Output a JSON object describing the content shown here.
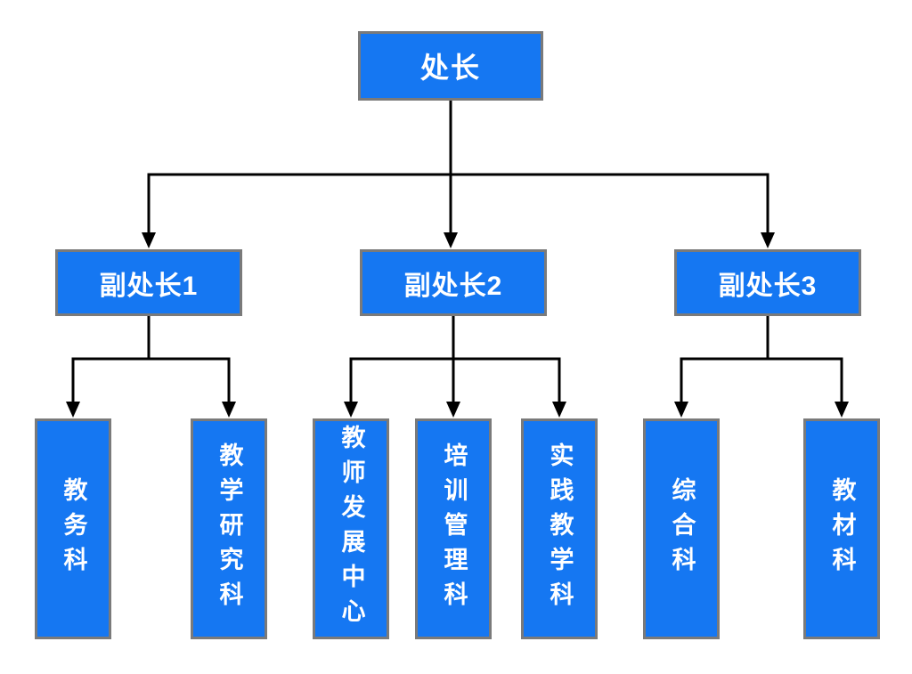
{
  "org_chart": {
    "type": "org-tree",
    "root": {
      "label": "处长"
    },
    "deputies": [
      {
        "label": "副处长1",
        "parent": "处长"
      },
      {
        "label": "副处长2",
        "parent": "处长"
      },
      {
        "label": "副处长3",
        "parent": "处长"
      }
    ],
    "departments": [
      {
        "label": "教务科",
        "parent": "副处长1"
      },
      {
        "label": "教学研究科",
        "parent": "副处长1"
      },
      {
        "label": "教师发展中心",
        "parent": "副处长2"
      },
      {
        "label": "培训管理科",
        "parent": "副处长2"
      },
      {
        "label": "实践教学科",
        "parent": "副处长2"
      },
      {
        "label": "综合科",
        "parent": "副处长3"
      },
      {
        "label": "教材科",
        "parent": "副处长3"
      }
    ],
    "colors": {
      "node_fill": "#1577F2",
      "node_border": "#7A7A7A",
      "node_text": "#FFFFFF",
      "connector": "#000000",
      "background": "#FFFFFF"
    }
  }
}
